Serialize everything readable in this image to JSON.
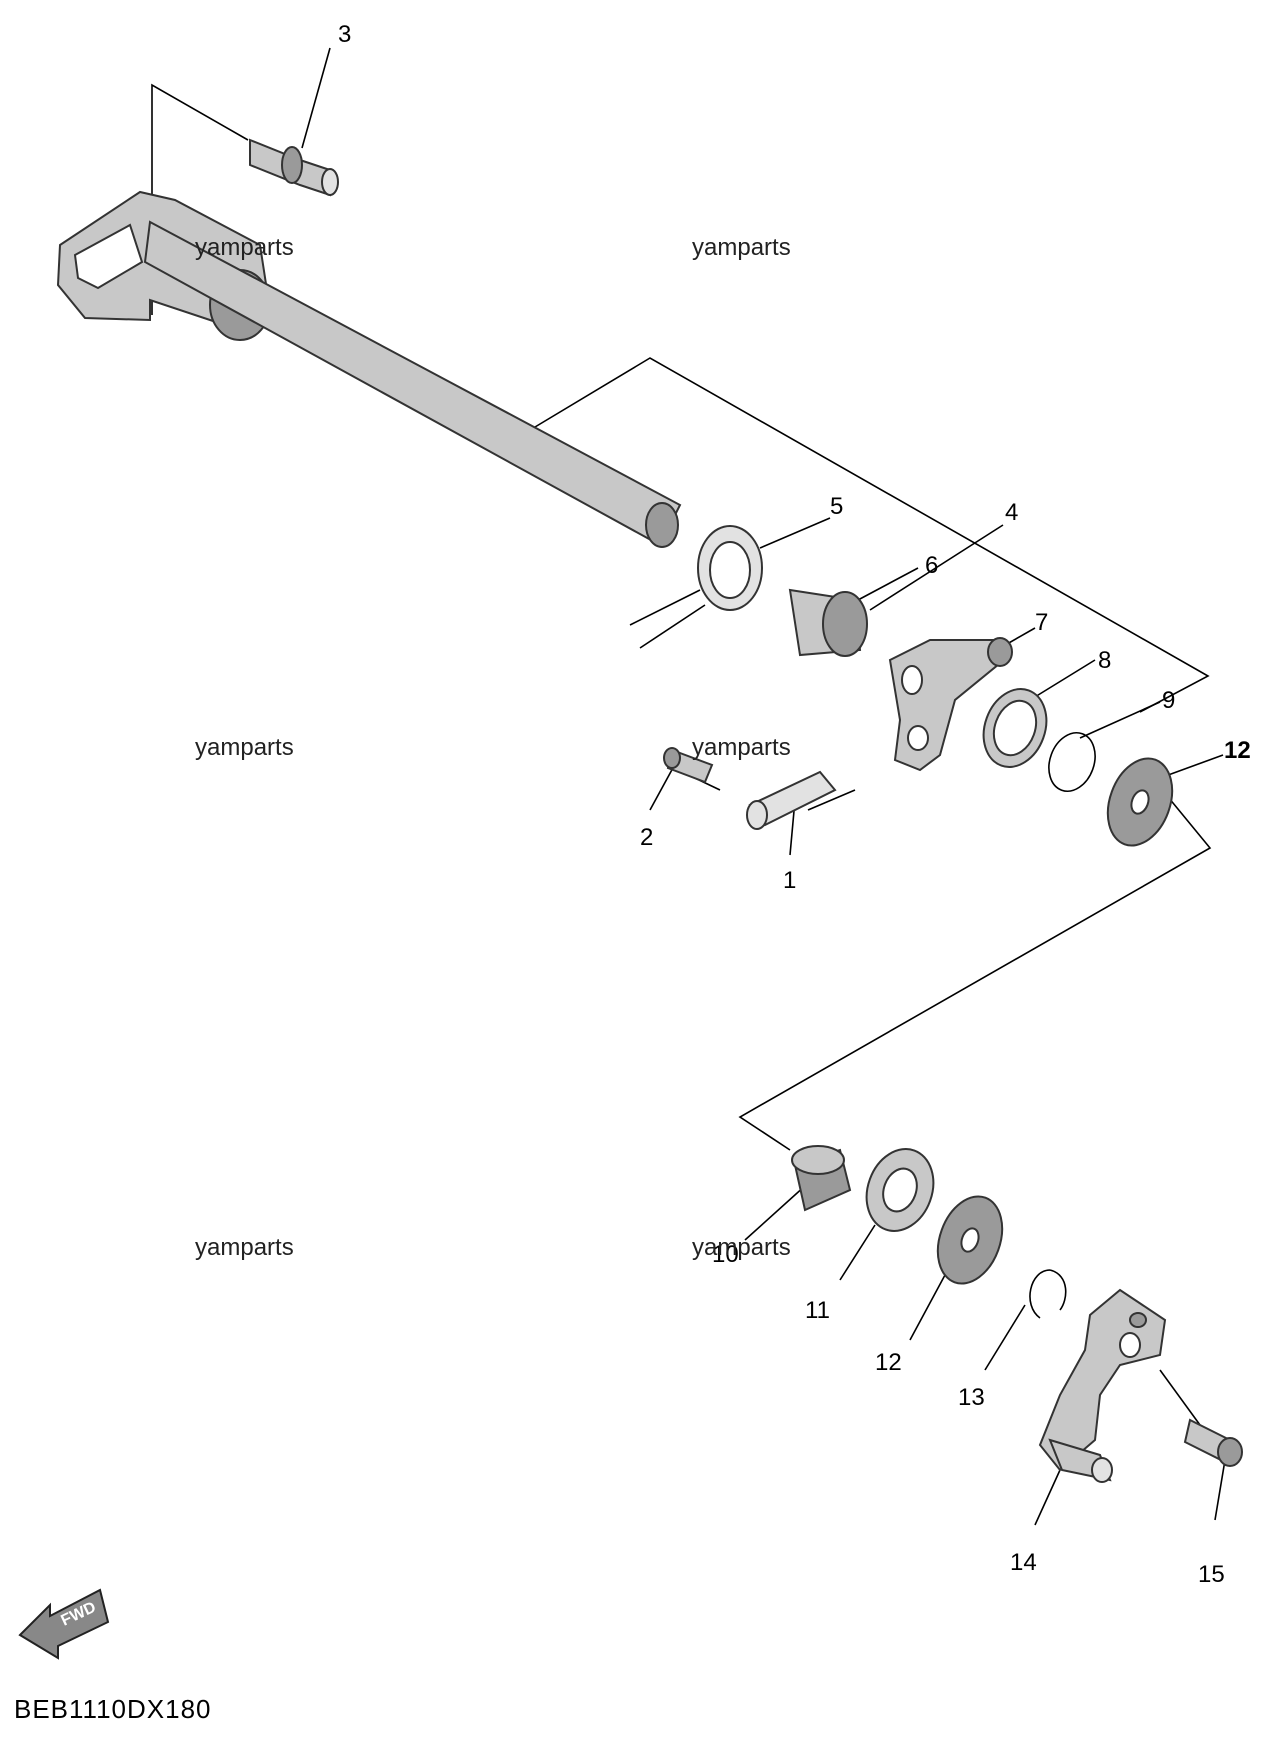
{
  "callouts": {
    "c1": "1",
    "c2": "2",
    "c3": "3",
    "c4": "4",
    "c5": "5",
    "c6": "6",
    "c7": "7",
    "c8": "8",
    "c9": "9",
    "c10": "10",
    "c11": "11",
    "c12a": "12",
    "c12b": "12",
    "c13": "13",
    "c14": "14",
    "c15": "15"
  },
  "watermarks": [
    "yamparts",
    "yamparts",
    "yamparts",
    "yamparts",
    "yamparts",
    "yamparts"
  ],
  "fwd_label": "FWD",
  "diagram_code": "BEB1110DX180"
}
